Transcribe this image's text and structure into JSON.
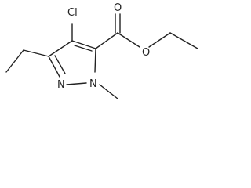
{
  "molecule": {
    "atoms": {
      "chlorine": "Cl",
      "carbonyl_oxygen": "O",
      "ester_oxygen": "O",
      "ring_nitrogen_1": "N",
      "ring_nitrogen_2": "N"
    },
    "colors": {
      "bond": "#222222",
      "label": "#222222",
      "background": "#ffffff"
    }
  }
}
